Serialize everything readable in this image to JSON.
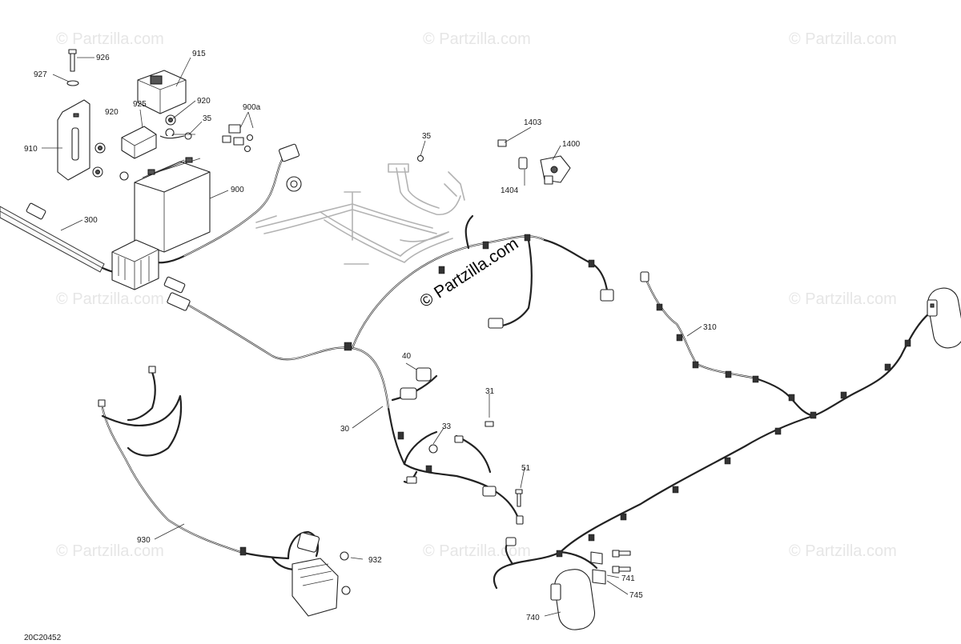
{
  "diagram_id": "20C20452",
  "watermarks": {
    "corner_text": "© Partzilla.com",
    "center_text": "© Partzilla.com"
  },
  "callouts": [
    {
      "id": "926",
      "label": "926"
    },
    {
      "id": "927",
      "label": "927"
    },
    {
      "id": "915",
      "label": "915"
    },
    {
      "id": "925",
      "label": "925"
    },
    {
      "id": "920a",
      "label": "920"
    },
    {
      "id": "920b",
      "label": "920"
    },
    {
      "id": "900a",
      "label": "900a"
    },
    {
      "id": "35a",
      "label": "35"
    },
    {
      "id": "910",
      "label": "910"
    },
    {
      "id": "900",
      "label": "900"
    },
    {
      "id": "300",
      "label": "300"
    },
    {
      "id": "35b",
      "label": "35"
    },
    {
      "id": "1403",
      "label": "1403"
    },
    {
      "id": "1400",
      "label": "1400"
    },
    {
      "id": "1404",
      "label": "1404"
    },
    {
      "id": "310",
      "label": "310"
    },
    {
      "id": "40",
      "label": "40"
    },
    {
      "id": "31",
      "label": "31"
    },
    {
      "id": "30",
      "label": "30"
    },
    {
      "id": "33",
      "label": "33"
    },
    {
      "id": "51",
      "label": "51"
    },
    {
      "id": "930",
      "label": "930"
    },
    {
      "id": "932",
      "label": "932"
    },
    {
      "id": "741",
      "label": "741"
    },
    {
      "id": "745",
      "label": "745"
    },
    {
      "id": "740",
      "label": "740"
    }
  ],
  "colors": {
    "line": "#222222",
    "ghost": "#b3b3b3",
    "watermark": "#e6e6e6",
    "background": "#ffffff"
  }
}
